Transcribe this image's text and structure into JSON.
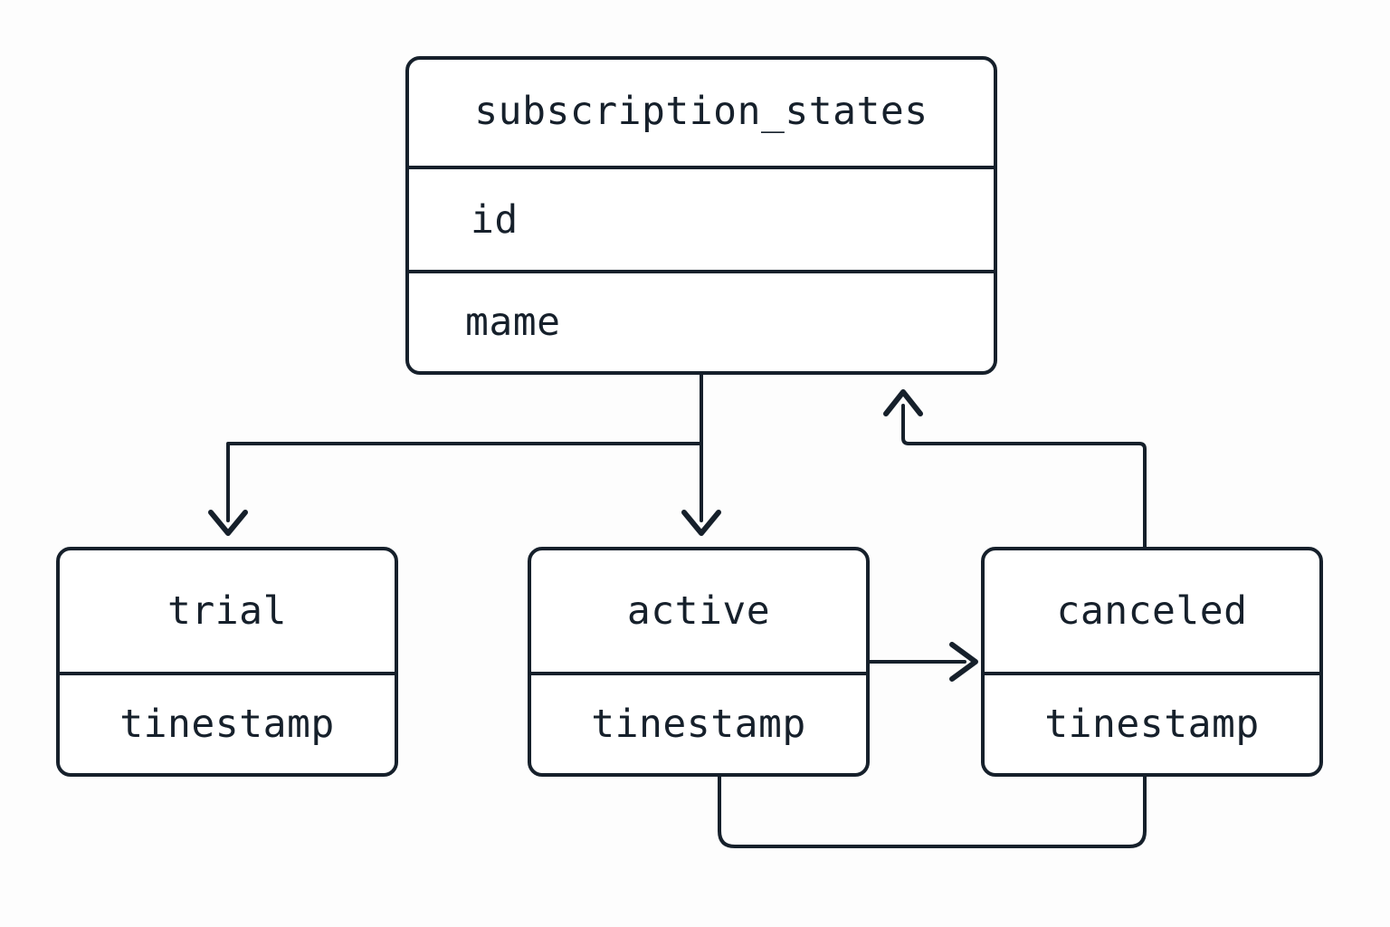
{
  "diagram": {
    "type": "state-entity-diagram",
    "background_color": "#fdfdfd",
    "stroke_color": "#16202b",
    "node_fill": "#ffffff",
    "entity": {
      "title": "subscription_states",
      "fields": [
        {
          "label": "id"
        },
        {
          "label": "mame"
        }
      ]
    },
    "states": [
      {
        "id": "trial",
        "title": "trial",
        "field": "tinestamp"
      },
      {
        "id": "active",
        "title": "active",
        "field": "tinestamp"
      },
      {
        "id": "canceled",
        "title": "canceled",
        "field": "tinestamp"
      }
    ],
    "edges": [
      {
        "name": "subscription-states-to-trial",
        "from": "subscription_states",
        "to": "trial",
        "arrow": "down"
      },
      {
        "name": "subscription-states-to-active",
        "from": "subscription_states",
        "to": "active",
        "arrow": "down"
      },
      {
        "name": "active-to-canceled",
        "from": "active",
        "to": "canceled",
        "arrow": "right"
      },
      {
        "name": "active-loop-to-canceled",
        "from": "active",
        "to": "canceled",
        "arrow": "none"
      },
      {
        "name": "canceled-to-subscription-states",
        "from": "canceled",
        "to": "subscription_states",
        "arrow": "up"
      }
    ]
  }
}
